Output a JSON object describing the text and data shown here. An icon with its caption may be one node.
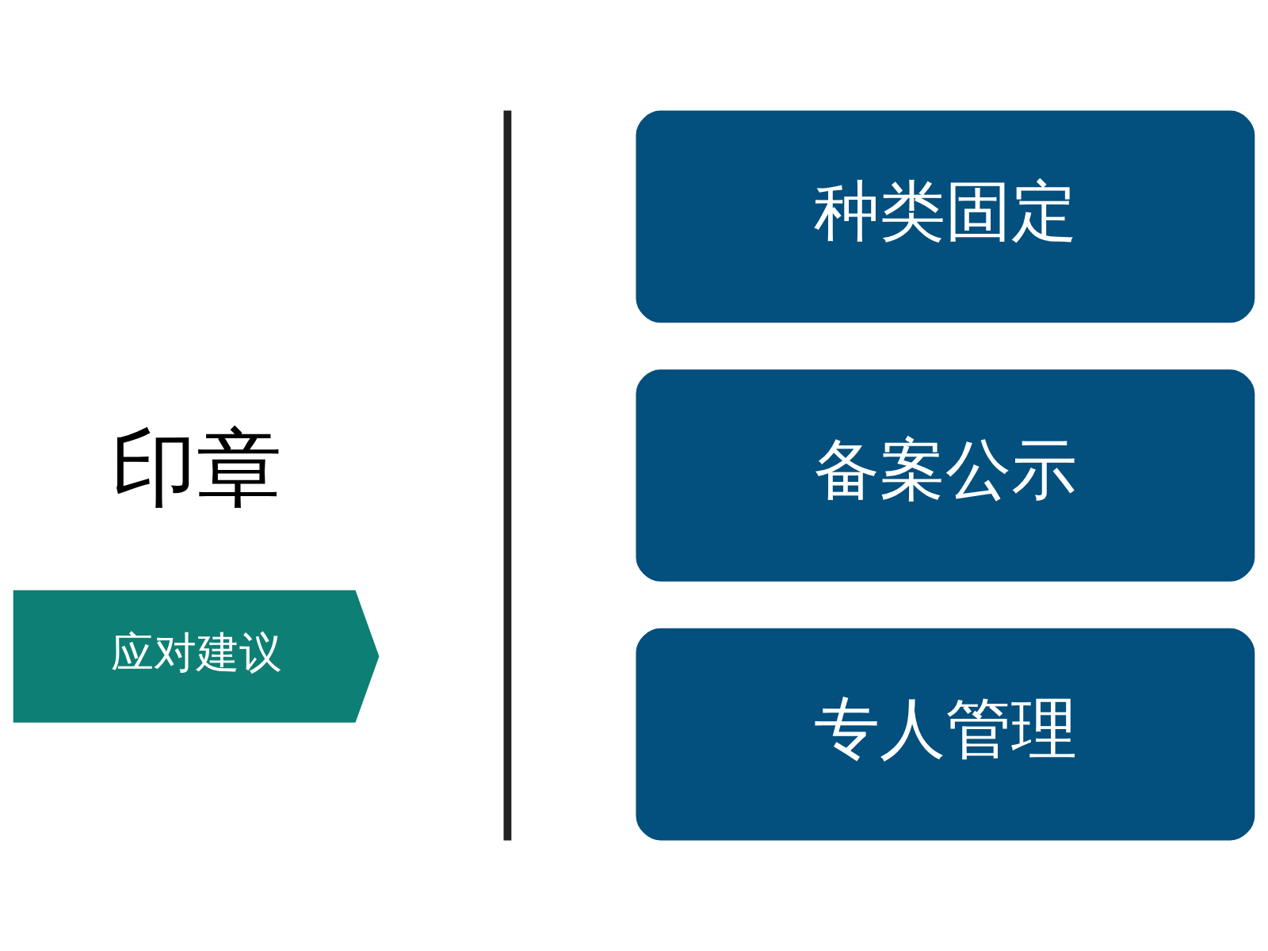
{
  "diagram": {
    "nodes": [
      {
        "text": [
          "应对建议"
        ]
      },
      {
        "text": [
          "印章"
        ]
      },
      {
        "text": [
          "种类固定"
        ]
      },
      {
        "text": [
          "备案公示"
        ]
      },
      {
        "text": [
          "专人管理"
        ]
      }
    ]
  }
}
